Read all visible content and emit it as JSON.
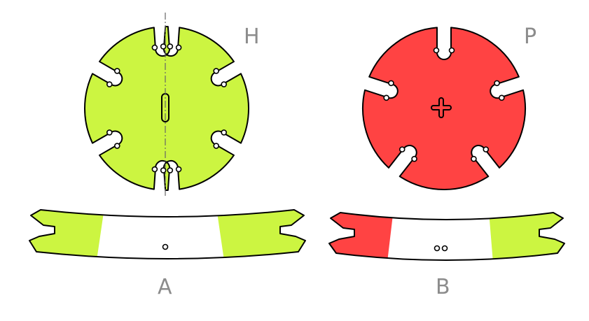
{
  "colors": {
    "green": "#ccf541",
    "red": "#ff4343",
    "stroke": "#000000",
    "label": "#8c8c8c",
    "background": "#ffffff"
  },
  "pieces": {
    "disc_h": {
      "label": "H",
      "fill": "green",
      "slots": 8,
      "center_mark": "vertical-slot",
      "centerline": true
    },
    "disc_p": {
      "label": "P",
      "fill": "red",
      "slots": 5,
      "center_mark": "plus"
    },
    "strip_a": {
      "label": "A",
      "left_fill": "green",
      "right_fill": "green",
      "holes": 1
    },
    "strip_b": {
      "label": "B",
      "left_fill": "red",
      "right_fill": "green",
      "holes": 2
    }
  }
}
